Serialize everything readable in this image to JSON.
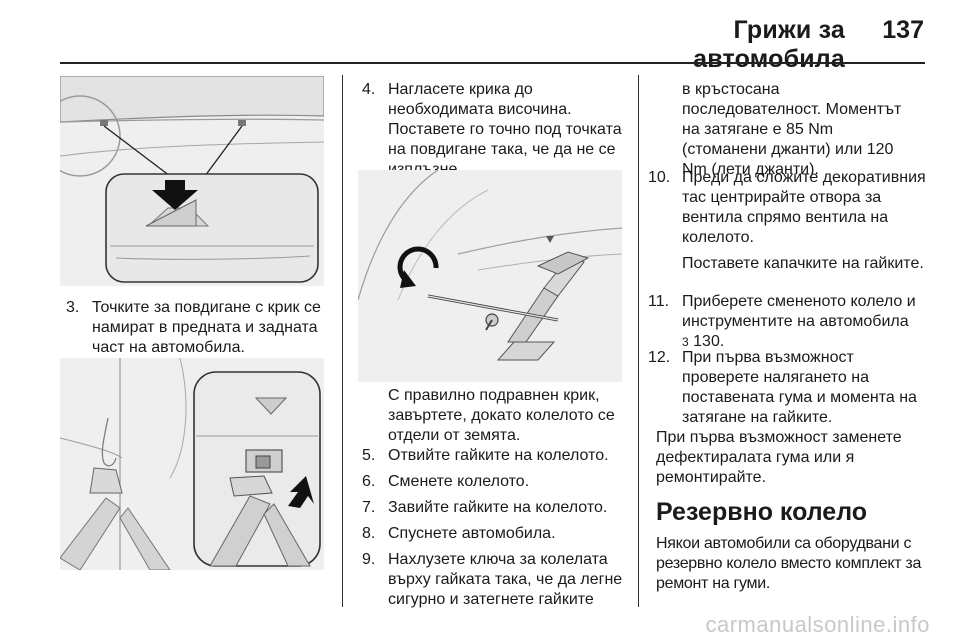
{
  "header": {
    "title": "Грижи за автомобила",
    "page_number": "137"
  },
  "col1": {
    "step3_num": "3.",
    "step3_text": "Точките за повдигане с крик се намират в предната и задната част на автомобила."
  },
  "col2": {
    "step4_num": "4.",
    "step4_text": "Нагласете крика до необходимата височина. Поставете го точно под точката на повдигане така, че да не се изплъзне.",
    "after_fig_text": "С правилно подравнен крик, завъртете, докато колелото се отдели от земята.",
    "step5_num": "5.",
    "step5_text": "Отвийте гайките на колелото.",
    "step6_num": "6.",
    "step6_text": "Сменете колелото.",
    "step7_num": "7.",
    "step7_text": "Завийте гайките на колелото.",
    "step8_num": "8.",
    "step8_text": "Спуснете автомобила.",
    "step9_num": "9.",
    "step9_text": "Нахлузете ключа за колелата върху гайката така, че да легне сигурно и затегнете гайките"
  },
  "col3": {
    "cont_text": "в кръстосана последователност. Моментът на затягане е 85 Nm (стоманени джанти) или 120 Nm (лети джанти).",
    "step10_num": "10.",
    "step10_text": "Преди да сложите декоративния тас центрирайте отвора за вентила спрямо вентила на колелото.",
    "step10_sub": "Поставете капачките на гайките.",
    "step11_num": "11.",
    "step11_text": "Приберете смененото колело и инструментите на автомобила",
    "step11_ref_icon": "cross-reference-icon",
    "step11_ref_glyph": "3",
    "step11_ref": "130.",
    "step12_num": "12.",
    "step12_text": "При първа възможност проверете налягането на поставената гума и момента на затягане на гайките.",
    "note": "При първа възможност заменете дефектиралата гума или я ремонтирайте.",
    "section_title": "Резервно колело",
    "section_text": "Някои автомобили са оборудвани с резервно колело вместо комплект за ремонт на гуми."
  },
  "watermark": "carmanualsonline.info"
}
